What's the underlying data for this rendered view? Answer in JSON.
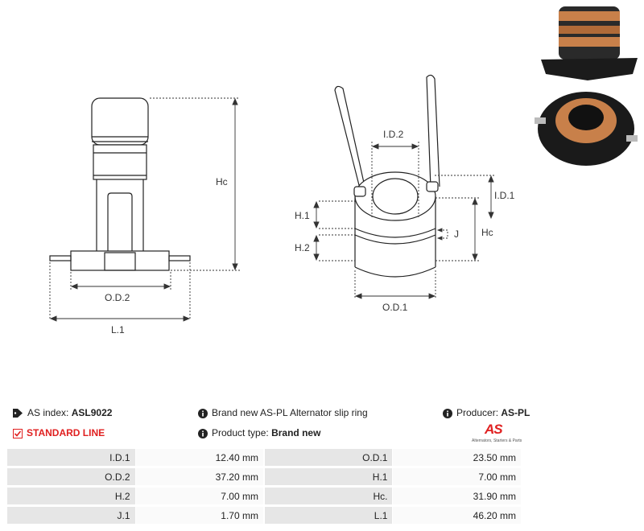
{
  "drawing": {
    "left_labels": {
      "hc": "Hc",
      "od2": "O.D.2",
      "l1": "L.1"
    },
    "right_labels": {
      "id2": "I.D.2",
      "id1": "I.D.1",
      "h1": "H.1",
      "h2": "H.2",
      "j": "J",
      "hc": "Hc",
      "od1": "O.D.1"
    }
  },
  "info": {
    "as_index_label": "AS index:",
    "as_index_value": "ASL9022",
    "line_label": "STANDARD LINE",
    "description": "Brand new AS-PL Alternator slip ring",
    "product_type_label": "Product type:",
    "product_type_value": "Brand new",
    "producer_label": "Producer:",
    "producer_value": "AS-PL",
    "logo_mark": "AS",
    "logo_tagline": "Alternators, Starters & Parts"
  },
  "specs": [
    {
      "l1": "I.D.1",
      "v1": "12.40 mm",
      "l2": "O.D.1",
      "v2": "23.50 mm"
    },
    {
      "l1": "O.D.2",
      "v1": "37.20 mm",
      "l2": "H.1",
      "v2": "7.00 mm"
    },
    {
      "l1": "H.2",
      "v1": "7.00 mm",
      "l2": "Hc.",
      "v2": "31.90 mm"
    },
    {
      "l1": "J.1",
      "v1": "1.70 mm",
      "l2": "L.1",
      "v2": "46.20 mm"
    }
  ],
  "colors": {
    "accent": "#e02020",
    "label_bg": "#e6e6e6",
    "value_bg": "#fafafa",
    "copper": "#c8804a"
  }
}
